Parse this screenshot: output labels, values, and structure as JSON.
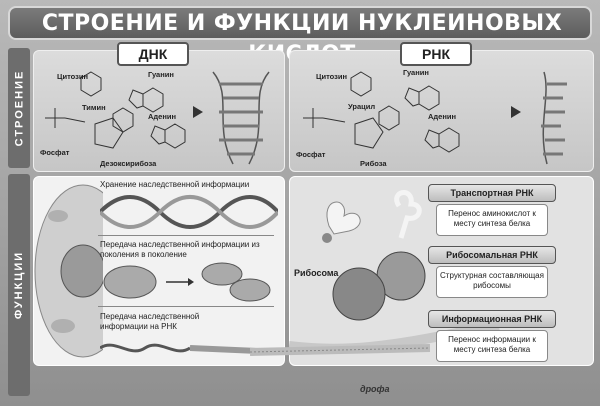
{
  "title": "СТРОЕНИЕ И ФУНКЦИИ НУКЛЕИНОВЫХ КИСЛОТ",
  "side_labels": {
    "structure": "СТРОЕНИЕ",
    "functions": "ФУНКЦИИ"
  },
  "dna": {
    "tab": "ДНК",
    "labels": {
      "cytosine": "Цитозин",
      "guanine": "Гуанин",
      "thymine": "Тимин",
      "adenine": "Аденин",
      "phosphate": "Фосфат",
      "deoxyribose": "Дезоксирибоза"
    },
    "functions": [
      "Хранение наследственной информации",
      "Передача наследственной информации из поколения в поколение",
      "Передача наследственной информации на РНК"
    ]
  },
  "rna": {
    "tab": "РНК",
    "labels": {
      "cytosine": "Цитозин",
      "guanine": "Гуанин",
      "uracil": "Урацил",
      "adenine": "Аденин",
      "phosphate": "Фосфат",
      "ribose": "Рибоза"
    },
    "ribosome": "Рибосома",
    "types": [
      {
        "name": "Транспортная РНК",
        "desc": "Перенос аминокислот к месту синтеза белка"
      },
      {
        "name": "Рибосомальная РНК",
        "desc": "Структурная составляющая рибосомы"
      },
      {
        "name": "Информационная РНК",
        "desc": "Перенос информации к месту синтеза белка"
      }
    ]
  },
  "publisher": "дрофа"
}
